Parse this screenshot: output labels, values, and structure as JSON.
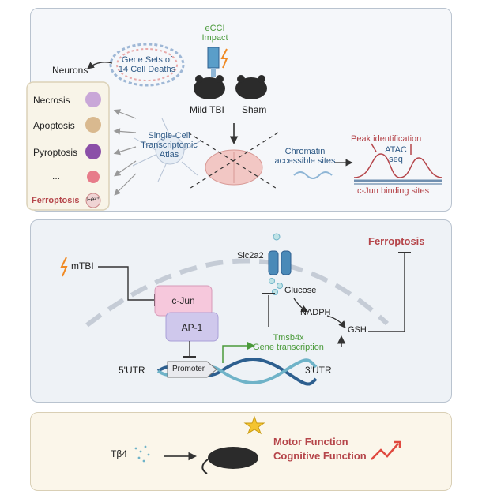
{
  "panel1": {
    "ecci_line1": "eCCI",
    "ecci_line2": "Impact",
    "gene_sets_line1": "Gene Sets of",
    "gene_sets_line2": "14 Cell Deaths",
    "neurons": "Neurons",
    "mild_tbi": "Mild TBI",
    "sham": "Sham",
    "death_types": [
      "Necrosis",
      "Apoptosis",
      "Pyroptosis",
      "...",
      "Ferroptosis"
    ],
    "fe_label": "Fe²⁺",
    "atlas_line1": "Single-Cell",
    "atlas_line2": "Transcriptomic",
    "atlas_line3": "Atlas",
    "chromatin_line1": "Chromatin",
    "chromatin_line2": "accessible sites",
    "peak_identification": "Peak identification",
    "atac_line1": "ATAC",
    "atac_line2": "seq",
    "cjun_binding": "c-Jun binding sites"
  },
  "panel2": {
    "mtbi": "mTBI",
    "cjun": "c-Jun",
    "ap1": "AP-1",
    "utr5": "5'UTR",
    "promoter": "Promoter",
    "utr3": "3'UTR",
    "slc2a2": "Slc2a2",
    "glucose": "Glucose",
    "nadph": "NADPH",
    "gsh": "GSH",
    "tmsb4x_line1": "Tmsb4x",
    "tmsb4x_line2": "Gene transcription",
    "ferroptosis": "Ferroptosis"
  },
  "panel3": {
    "tb4": "Tβ4",
    "motor": "Motor Function",
    "cognitive": "Cognitive Function"
  },
  "colors": {
    "green": "#4a9a3a",
    "ferroptosis_red": "#b5454a",
    "blue_text": "#2f5a86",
    "pink_box": "#f6c8dc",
    "purple_box": "#cfc8ec",
    "dna_blue": "#2d5f8f",
    "dna_teal": "#6fb3c8"
  }
}
